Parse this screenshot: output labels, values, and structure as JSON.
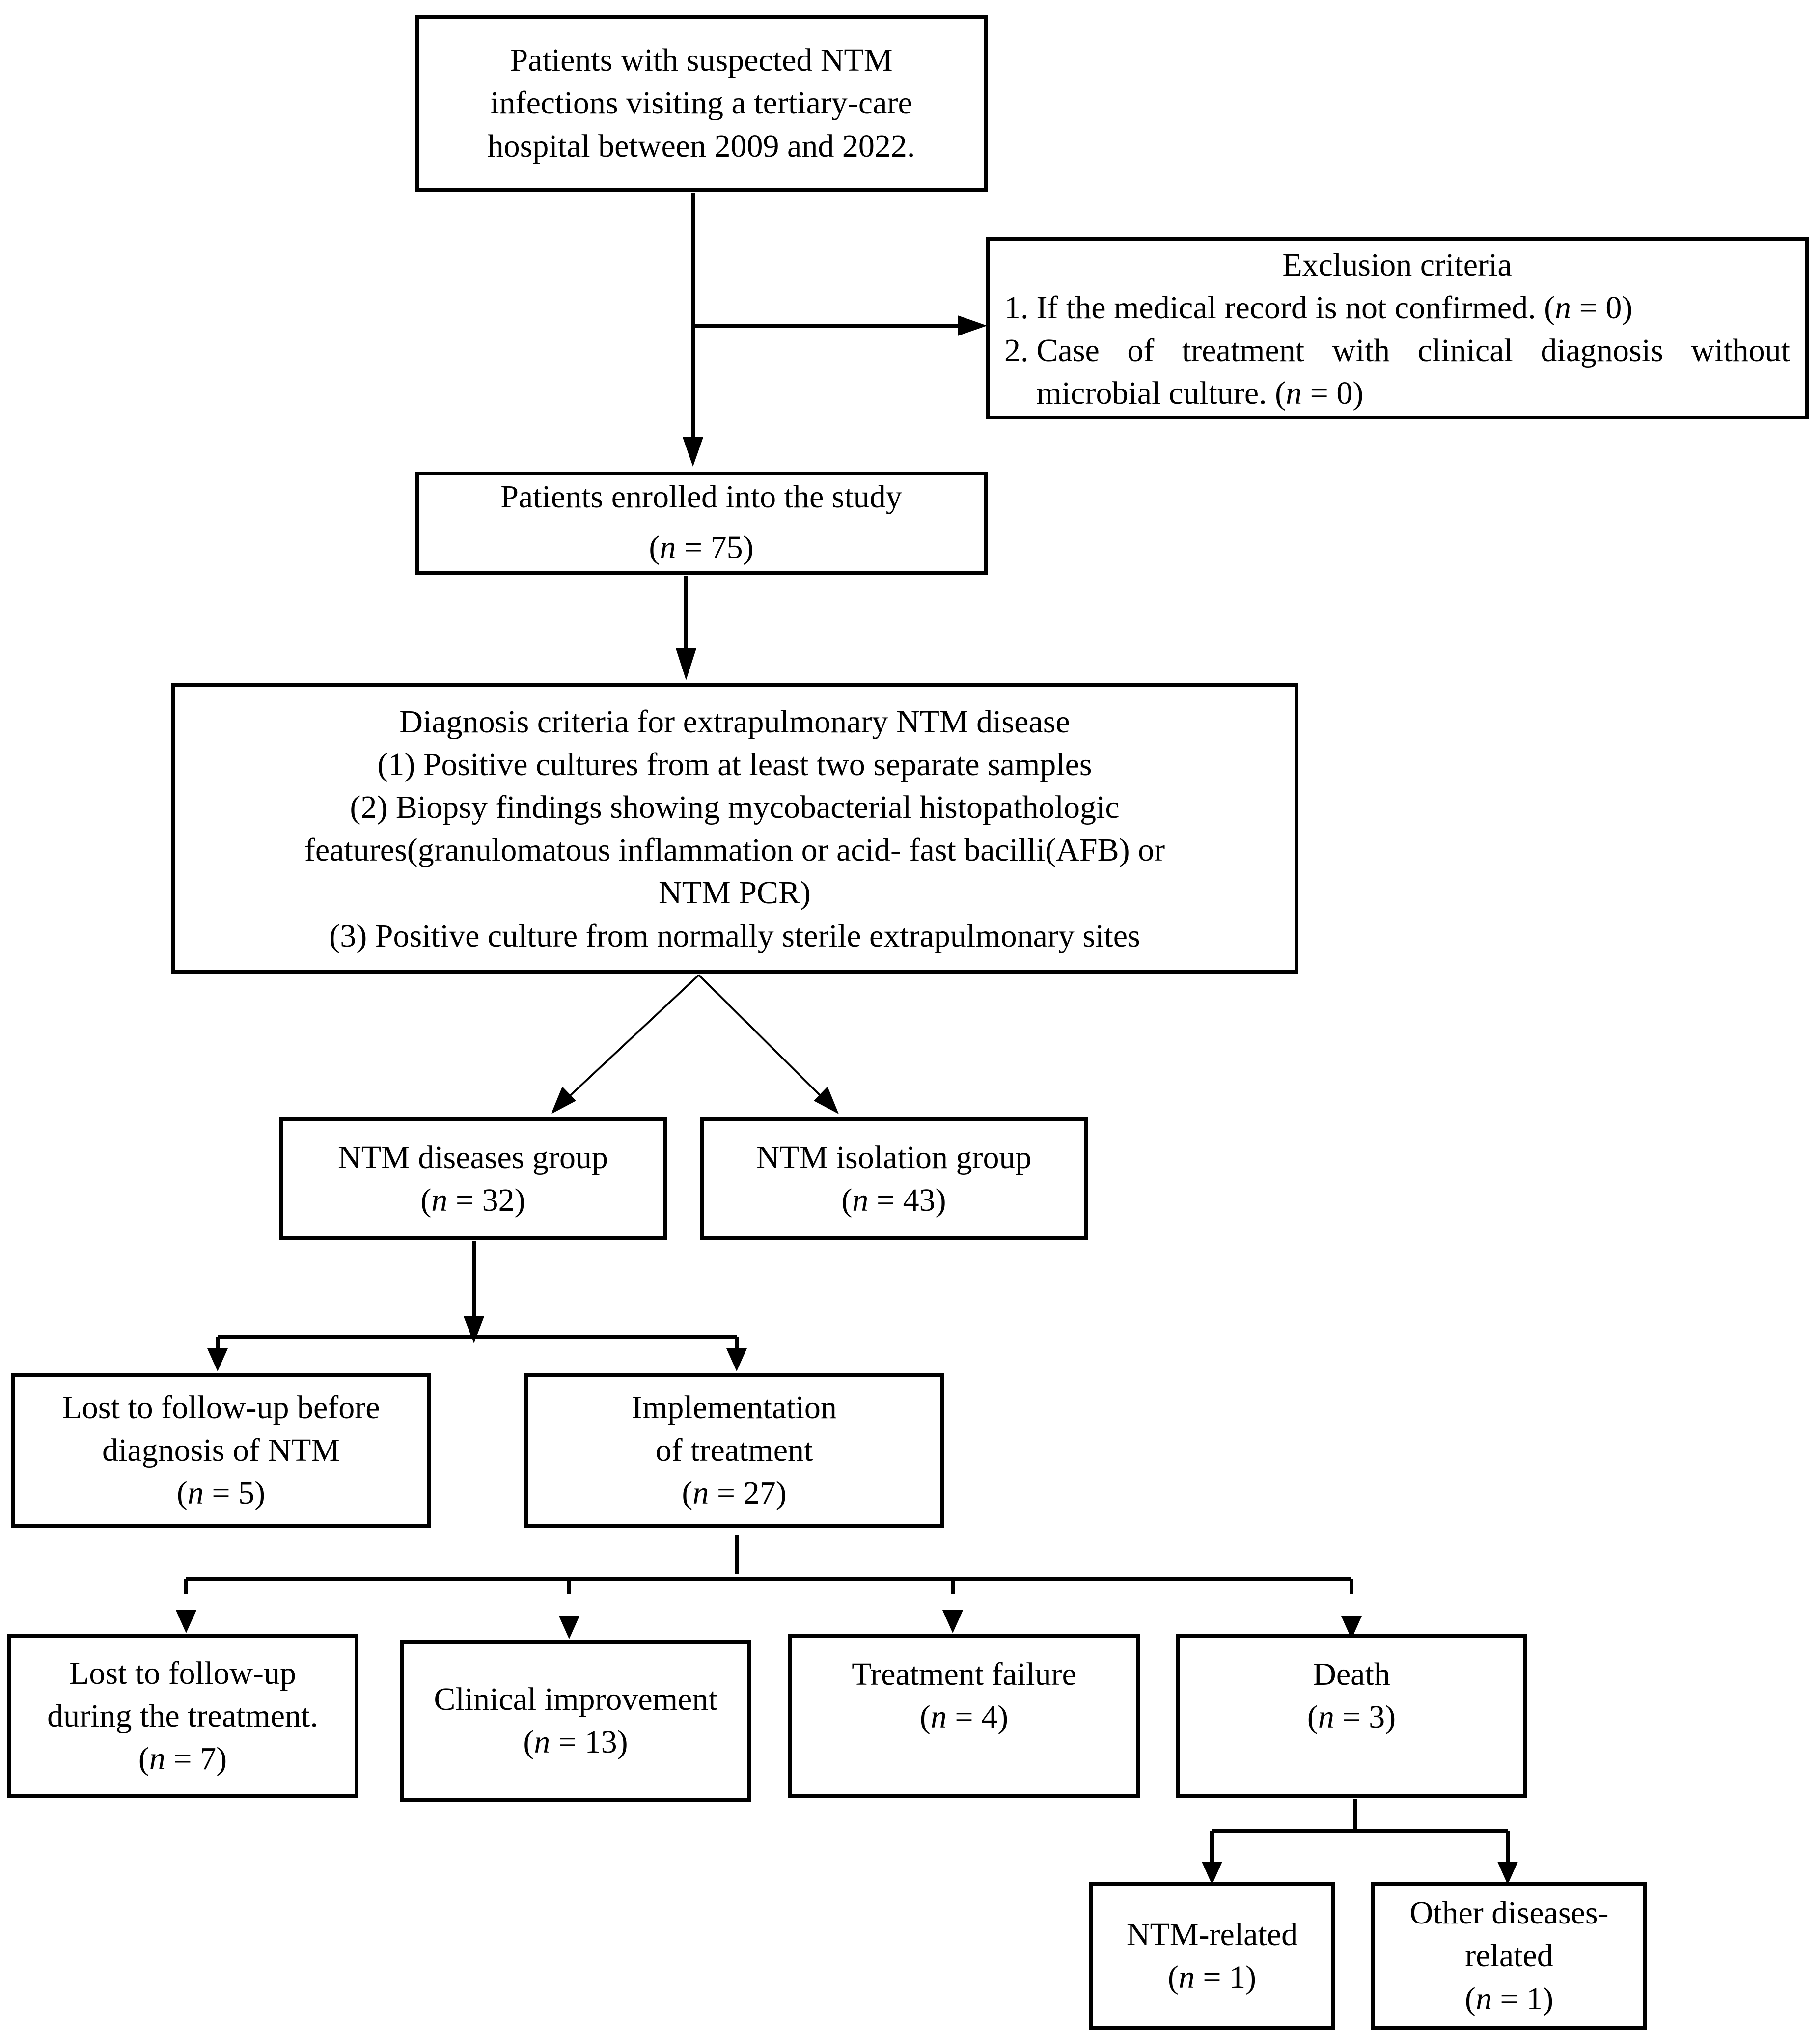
{
  "top": {
    "lines": [
      "Patients with suspected NTM",
      "infections visiting a tertiary-care",
      "hospital between 2009 and 2022."
    ]
  },
  "exclusion": {
    "title": "Exclusion criteria",
    "item1": {
      "num": "1.",
      "text": "If the medical record is not confirmed.",
      "count": "(n = 0)"
    },
    "item2": {
      "num": "2.",
      "text": "Case of treatment with clinical diagnosis without microbial culture.",
      "count": "(n = 0)"
    }
  },
  "enrolled": {
    "label": "Patients enrolled into the study",
    "count": "(n = 75)"
  },
  "criteria": {
    "title": "Diagnosis criteria for extrapulmonary NTM disease",
    "lines": [
      "(1)  Positive cultures from at least two separate samples",
      "(2)  Biopsy findings showing mycobacterial histopathologic",
      "features(granulomatous inflammation or acid- fast bacilli(AFB) or",
      "NTM PCR)",
      "(3)  Positive culture from normally sterile extrapulmonary sites"
    ]
  },
  "diseases_group": {
    "label": "NTM diseases group",
    "count": "(n = 32)"
  },
  "isolation_group": {
    "label": "NTM isolation group",
    "count": "(n = 43)"
  },
  "lost_before": {
    "lines": [
      "Lost to follow-up before",
      "diagnosis of NTM"
    ],
    "count": "(n = 5)"
  },
  "treatment": {
    "lines": [
      "Implementation",
      "of treatment"
    ],
    "count": "(n = 27)"
  },
  "lost_during": {
    "lines": [
      "Lost to follow-up",
      "during the treatment."
    ],
    "count": "(n = 7)"
  },
  "improvement": {
    "label": "Clinical improvement",
    "count": "(n = 13)"
  },
  "failure": {
    "label": "Treatment failure",
    "count": "(n = 4)"
  },
  "death": {
    "label": "Death",
    "count": "(n = 3)"
  },
  "ntm_related": {
    "label": "NTM-related",
    "count": "(n = 1)"
  },
  "other_related": {
    "lines": [
      "Other diseases-",
      "related"
    ],
    "count": "(n = 1)"
  }
}
